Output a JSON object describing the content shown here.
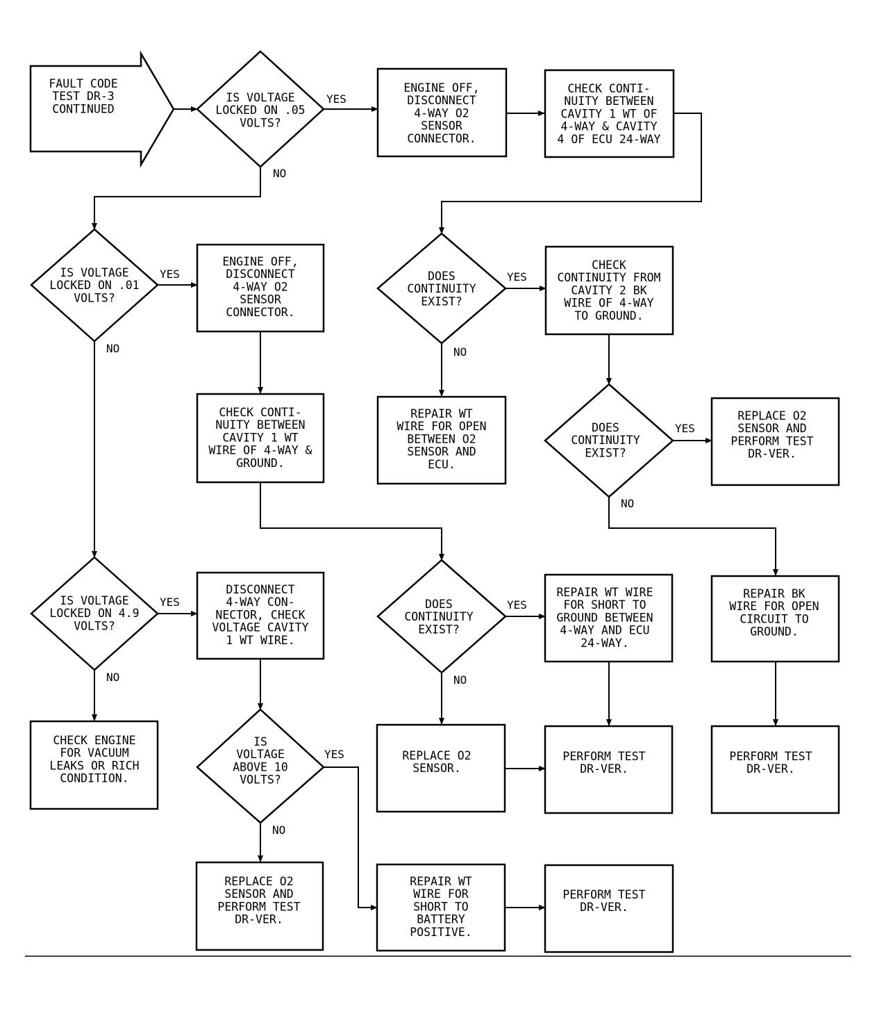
{
  "start": {
    "lines": [
      "FAULT CODE",
      "TEST DR-3",
      "CONTINUED"
    ]
  },
  "decisions": {
    "d1": {
      "lines": [
        "IS VOLTAGE",
        "LOCKED ON .05",
        "VOLTS?"
      ]
    },
    "d2": {
      "lines": [
        "IS VOLTAGE",
        "LOCKED ON .01",
        "VOLTS?"
      ]
    },
    "d3": {
      "lines": [
        "IS VOLTAGE",
        "LOCKED ON 4.9",
        "VOLTS?"
      ]
    },
    "d4": {
      "lines": [
        "IS",
        "VOLTAGE",
        "ABOVE 10",
        "VOLTS?"
      ]
    },
    "d5": {
      "lines": [
        "DOES",
        "CONTINUITY",
        "EXIST?"
      ]
    },
    "d6": {
      "lines": [
        "DOES",
        "CONTINUITY",
        "EXIST?"
      ]
    },
    "d7": {
      "lines": [
        "DOES",
        "CONTINUITY",
        "EXIST?"
      ]
    }
  },
  "boxes": {
    "b1": {
      "lines": [
        "ENGINE OFF,",
        "DISCONNECT",
        "4-WAY O2",
        "SENSOR",
        "CONNECTOR."
      ]
    },
    "b2": {
      "lines": [
        "CHECK CONTI-",
        "NUITY BETWEEN",
        "CAVITY 1 WT OF",
        "4-WAY & CAVITY",
        "4 OF ECU 24-WAY"
      ]
    },
    "b3": {
      "lines": [
        "ENGINE OFF,",
        "DISCONNECT",
        "4-WAY O2",
        "SENSOR",
        "CONNECTOR."
      ]
    },
    "b4": {
      "lines": [
        "CHECK CONTI-",
        "NUITY BETWEEN",
        "CAVITY 1 WT",
        "WIRE OF 4-WAY &",
        "GROUND."
      ]
    },
    "b5": {
      "lines": [
        "DISCONNECT",
        "4-WAY CON-",
        "NECTOR, CHECK",
        "VOLTAGE CAVITY",
        "1 WT WIRE."
      ]
    },
    "b6": {
      "lines": [
        "CHECK ENGINE",
        "FOR VACUUM",
        "LEAKS OR RICH",
        "CONDITION."
      ]
    },
    "b7": {
      "lines": [
        "REPLACE O2",
        "SENSOR AND",
        "PERFORM TEST",
        "DR-VER."
      ]
    },
    "b8": {
      "lines": [
        "REPAIR WT",
        "WIRE FOR",
        "SHORT TO",
        "BATTERY",
        "POSITIVE."
      ]
    },
    "b9": {
      "lines": [
        "PERFORM TEST",
        "DR-VER."
      ]
    },
    "b10": {
      "lines": [
        "CHECK",
        "CONTINUITY FROM",
        "CAVITY 2 BK",
        "WIRE OF 4-WAY",
        "TO GROUND."
      ]
    },
    "b11": {
      "lines": [
        "REPAIR WT",
        "WIRE FOR OPEN",
        "BETWEEN O2",
        "SENSOR AND",
        "ECU."
      ]
    },
    "b12": {
      "lines": [
        "REPLACE O2",
        "SENSOR AND",
        "PERFORM TEST",
        "DR-VER."
      ]
    },
    "b13": {
      "lines": [
        "REPAIR WT WIRE",
        "FOR SHORT TO",
        "GROUND BETWEEN",
        "4-WAY AND ECU",
        "24-WAY."
      ]
    },
    "b14": {
      "lines": [
        "REPAIR BK",
        "WIRE FOR OPEN",
        "CIRCUIT TO",
        "GROUND."
      ]
    },
    "b15": {
      "lines": [
        "REPLACE O2",
        "SENSOR."
      ]
    },
    "b16": {
      "lines": [
        "PERFORM TEST",
        "DR-VER."
      ]
    },
    "b17": {
      "lines": [
        "PERFORM TEST",
        "DR-VER."
      ]
    }
  },
  "labels": {
    "yes": "YES",
    "no": "NO"
  }
}
